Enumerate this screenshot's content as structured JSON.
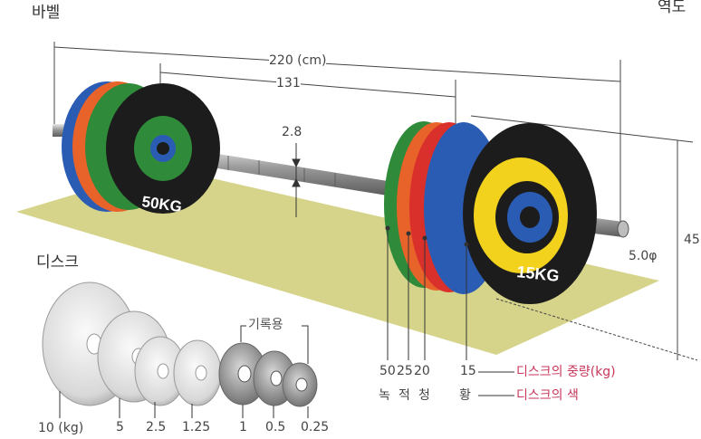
{
  "title_left": "바벨",
  "title_right": "역도",
  "dims": {
    "total_length": "220 (cm)",
    "inner_length": "131",
    "bar_diameter": "2.8",
    "sleeve_diameter": "5.0φ",
    "plate_diameter": "45"
  },
  "plate_labels": {
    "left_plate": "50KG",
    "right_plate": "15KG"
  },
  "disc_weights": [
    "50",
    "25",
    "20",
    "15"
  ],
  "weight_caption": "디스크의 중량(kg)",
  "disc_colors": [
    "녹",
    "적",
    "청",
    "황"
  ],
  "color_caption": "디스크의 색",
  "disc_section": {
    "title": "디스크",
    "record_label": "기록용",
    "sizes": [
      "10 (kg)",
      "5",
      "2.5",
      "1.25",
      "1",
      "0.5",
      "0.25"
    ]
  },
  "colors": {
    "mat": "#d6d48a",
    "green": "#2f8a3a",
    "orange": "#e8632a",
    "red": "#d9302c",
    "blue": "#2a5cb4",
    "yellow": "#f2d21c",
    "plate_black": "#1c1c1c",
    "accent": "#c8365a"
  }
}
